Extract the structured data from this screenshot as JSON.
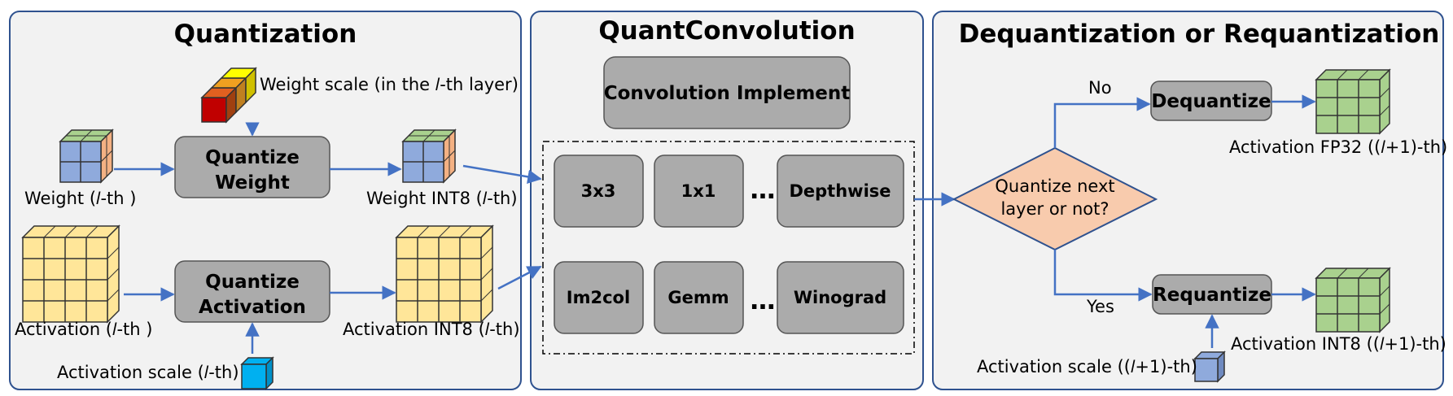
{
  "panels": {
    "quantization": {
      "title": "Quantization",
      "weight_scale_label": "Weight scale (in the 𝑙-th layer)",
      "quantize_weight": [
        "Quantize",
        "Weight"
      ],
      "weight_label": "Weight (𝑙-th )",
      "weight_int8_label": "Weight INT8 (𝑙-th)",
      "quantize_activation": [
        "Quantize",
        "Activation"
      ],
      "activation_label": "Activation (𝑙-th )",
      "activation_int8_label": "Activation INT8 (𝑙-th)",
      "activation_scale_label": "Activation scale (𝑙-th)"
    },
    "quantconv": {
      "title": "QuantConvolution",
      "implement": "Convolution Implement",
      "row1": [
        "3x3",
        "1x1",
        "Depthwise"
      ],
      "row2": [
        "Im2col",
        "Gemm",
        "Winograd"
      ],
      "ellipsis": "…"
    },
    "dequant": {
      "title": "Dequantization or Requantization",
      "decision": [
        "Quantize next",
        "layer or not?"
      ],
      "no": "No",
      "yes": "Yes",
      "dequantize": "Dequantize",
      "requantize": "Requantize",
      "fp32_label": "Activation FP32 ((𝑙+1)-th)",
      "int8_label": "Activation INT8 ((𝑙+1)-th)",
      "scale_label": "Activation scale ((𝑙+1)-th)"
    }
  },
  "colors": {
    "panel_bg": "#f2f2f2",
    "panel_border": "#2f528f",
    "arrow": "#4472c4",
    "box": "#ababab",
    "diamond": "#f8cbad",
    "cube_yellow": "#ffe699",
    "cube_blue": "#8faadc",
    "cube_green": "#a9d18e",
    "cube_cyan": "#00b0f0"
  }
}
